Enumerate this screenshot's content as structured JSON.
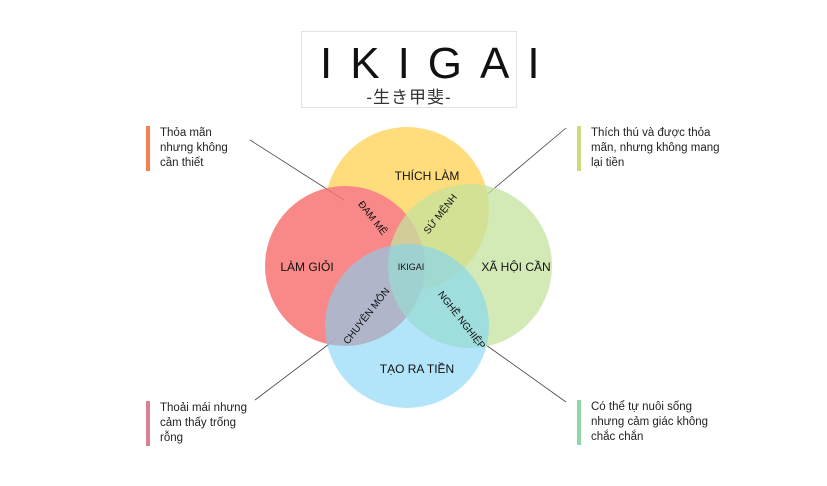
{
  "title": "IKIGAI",
  "subtitle": "-生き甲斐-",
  "circles": {
    "love": {
      "label": "THÍCH LÀM",
      "color": "#ffd766"
    },
    "good_at": {
      "label": "LÀM GIỎI",
      "color": "#f87474"
    },
    "world_needs": {
      "label": "XÃ HỘI CẦN",
      "color": "#c4e39e"
    },
    "paid_for": {
      "label": "TẠO RA TIỀN",
      "color": "#7fd3f6"
    }
  },
  "overlaps": {
    "passion": "ĐAM MÊ",
    "mission": "SỨ MỆNH",
    "profession": "CHUYÊN MÔN",
    "vocation": "NGHỀ NGHIỆP",
    "center": "IKIGAI"
  },
  "notes": {
    "passion": {
      "lines": [
        "Thỏa mãn",
        "nhưng không",
        "cần thiết"
      ],
      "color": "#f9814f"
    },
    "mission": {
      "lines": [
        "Thích thú và được thỏa",
        "mãn, nhưng không mang",
        "lại tiền"
      ],
      "color": "#c9de7a"
    },
    "profession": {
      "lines": [
        "Thoải mái nhưng",
        "cảm thấy trống",
        "rỗng"
      ],
      "color": "#d9818e"
    },
    "vocation": {
      "lines": [
        "Có thể tự nuôi sống",
        "nhưng cảm giác không",
        "chắc chắn"
      ],
      "color": "#8fd6a4"
    }
  }
}
